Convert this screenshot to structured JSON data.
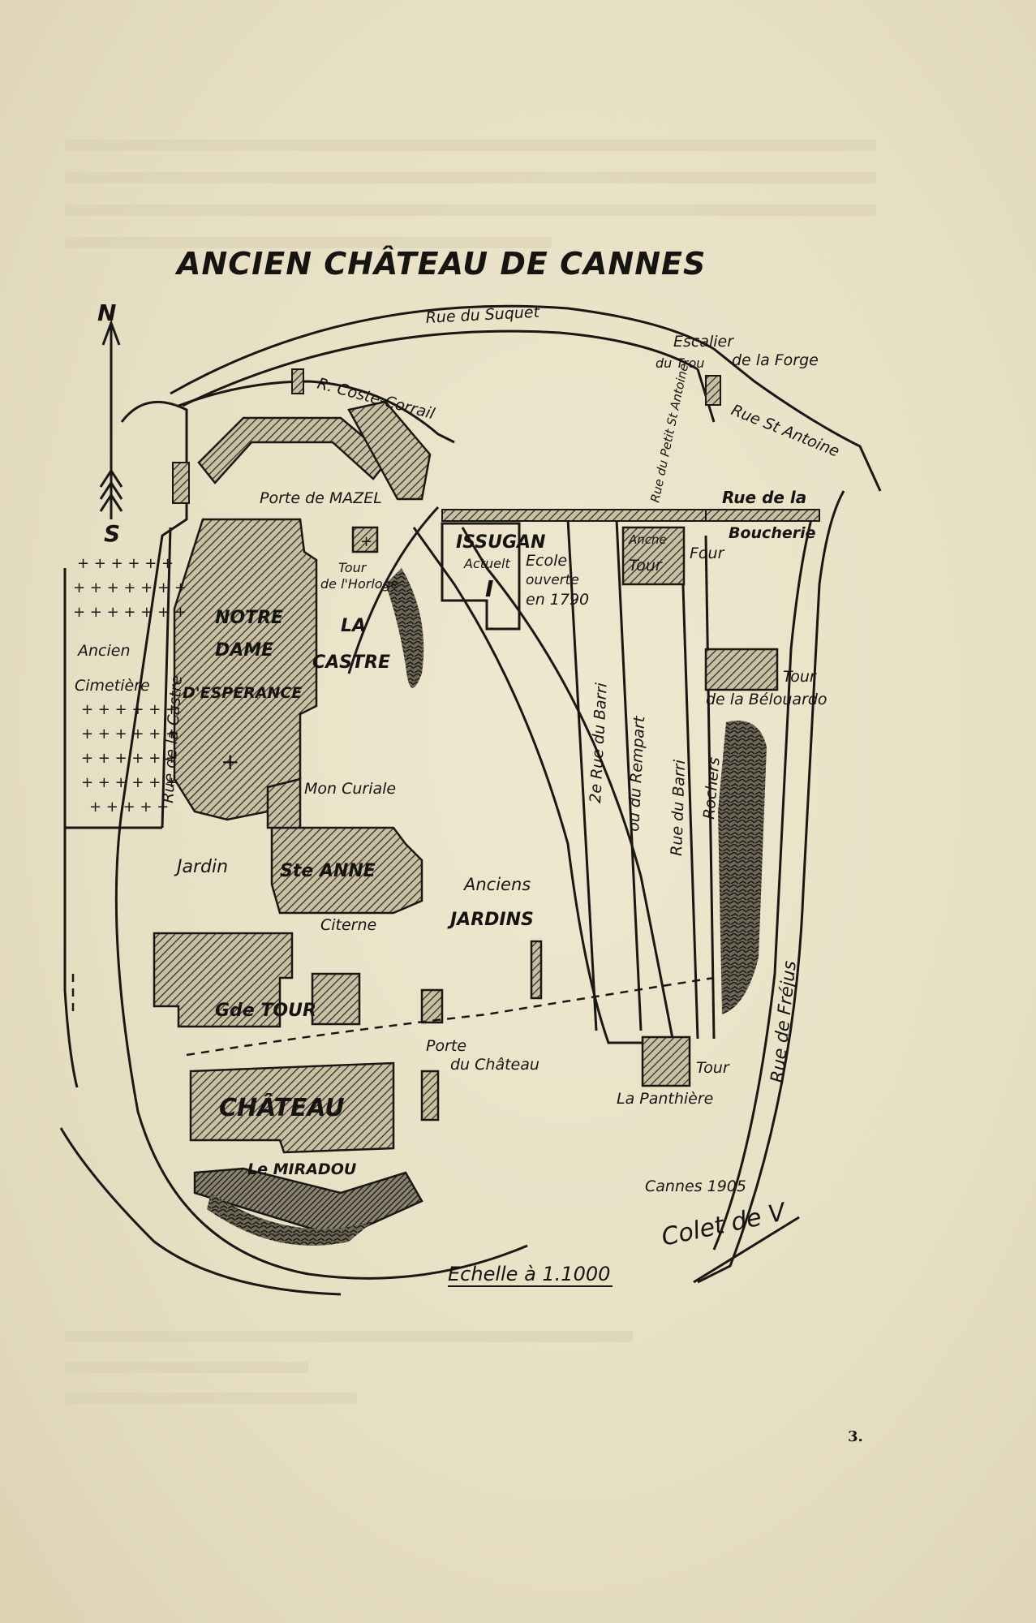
{
  "page_number": "3.",
  "map": {
    "title": "ANCIEN CHÂTEAU DE CANNES",
    "compass": {
      "north": "N",
      "south": "S"
    },
    "streets": {
      "suquet": "Rue du Suquet",
      "coste_corrail": "R. Coste-Corrail",
      "st_antoine": "Rue St Antoine",
      "petit_st_antoine": "Rue du Petit St Antoine",
      "boucherie_1": "Rue de la",
      "boucherie_2": "Boucherie",
      "castre": "Rue de la Castre",
      "barri2": "2e Rue du Barri",
      "rempart": "ou du Rempart",
      "barri": "Rue du Barri",
      "frejus": "Rue de Fréjus"
    },
    "labels": {
      "escalier_1": "Escalier",
      "escalier_2": "du Trou",
      "escalier_3": "de la Forge",
      "porte_mazel": "Porte de MAZEL",
      "tour_horloge_1": "Tour",
      "tour_horloge_2": "de l'Horloge",
      "issugan": "ISSUGAN",
      "actuel": "Actuelt",
      "issugan_num": "I",
      "ecole_1": "Ecole",
      "ecole_2": "ouverte",
      "ecole_3": "en 1790",
      "anc_tour_1": "Ancne",
      "anc_tour_2": "Tour",
      "four": "Four",
      "notre": "NOTRE",
      "dame": "DAME",
      "esperance": "D'ESPÉRANCE",
      "la": "LA",
      "castre": "CASTRE",
      "ancien": "Ancien",
      "cimetiere": "Cimetière",
      "tour_belouardo_1": "Tour",
      "tour_belouardo_2": "de la Bélouardo",
      "rochers": "Rochers",
      "mon_curiale": "Mon Curiale",
      "jardin": "Jardin",
      "ste_anne": "Ste ANNE",
      "anciens": "Anciens",
      "jardins": "JARDINS",
      "citerne": "Citerne",
      "gde_tour": "Gde TOUR",
      "porte_chateau_1": "Porte",
      "porte_chateau_2": "du Château",
      "tour_panthiere_1": "Tour",
      "tour_panthiere_2": "La Panthière",
      "chateau": "CHÂTEAU",
      "miradou": "Le MIRADOU",
      "cannes": "Cannes 1905",
      "signature": "Colet de V",
      "scale": "Echelle à 1.1000"
    }
  }
}
